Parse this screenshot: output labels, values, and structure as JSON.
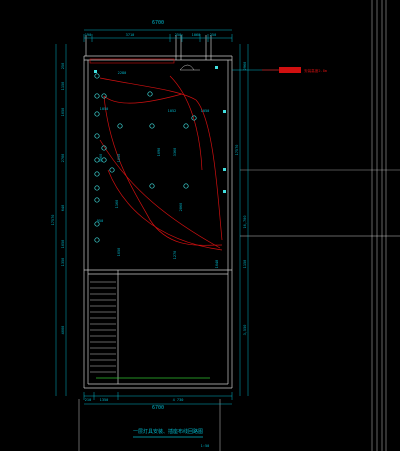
{
  "drawing": {
    "title": "一层灯具安装、插座布线回路图",
    "scale": "1:50",
    "annotation": "安装高度2.8m",
    "colors": {
      "background": "#000000",
      "wall": "#c8c8c8",
      "dimension": "#00b4c8",
      "fixture": "#40e0e0",
      "circuit": "#d01010",
      "grid_line": "#c8c8c8",
      "tag_fill": "#d01010",
      "green": "#30c030"
    }
  },
  "dims": {
    "top_total": "6700",
    "top": [
      "190",
      "3710",
      "250",
      "1060",
      "250"
    ],
    "bottom_total": "6700",
    "bottom": [
      "210",
      "1350",
      "4 730"
    ],
    "left": [
      "250",
      "1150",
      "1050",
      "2700",
      "640",
      "1050",
      "1350",
      "4000",
      "100"
    ],
    "left_total": "17570",
    "right": [
      "2960",
      "17570",
      "16,700",
      "1150",
      "3,550"
    ],
    "inner": [
      "2280",
      "1050",
      "1052",
      "1050",
      "3060",
      "1050",
      "1090",
      "3360",
      "2860",
      "1160",
      "1270",
      "1050",
      "950",
      "1048"
    ]
  }
}
